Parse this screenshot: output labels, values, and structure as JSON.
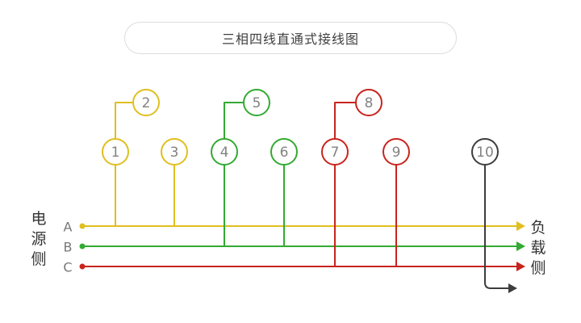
{
  "title": "三相四线直通式接线图",
  "left_label": "电源侧",
  "right_label": "负载侧",
  "phase_labels": {
    "a": "A",
    "b": "B",
    "c": "C"
  },
  "terminals": [
    {
      "number": "1",
      "phase": "A"
    },
    {
      "number": "2",
      "phase": "A"
    },
    {
      "number": "3",
      "phase": "A"
    },
    {
      "number": "4",
      "phase": "B"
    },
    {
      "number": "5",
      "phase": "B"
    },
    {
      "number": "6",
      "phase": "B"
    },
    {
      "number": "7",
      "phase": "C"
    },
    {
      "number": "8",
      "phase": "C"
    },
    {
      "number": "9",
      "phase": "C"
    },
    {
      "number": "10",
      "phase": "N"
    }
  ],
  "colors": {
    "phase_a": "#e0bf1f",
    "phase_b": "#33aa33",
    "phase_c": "#c8241e",
    "neutral": "#3d3d3d"
  }
}
